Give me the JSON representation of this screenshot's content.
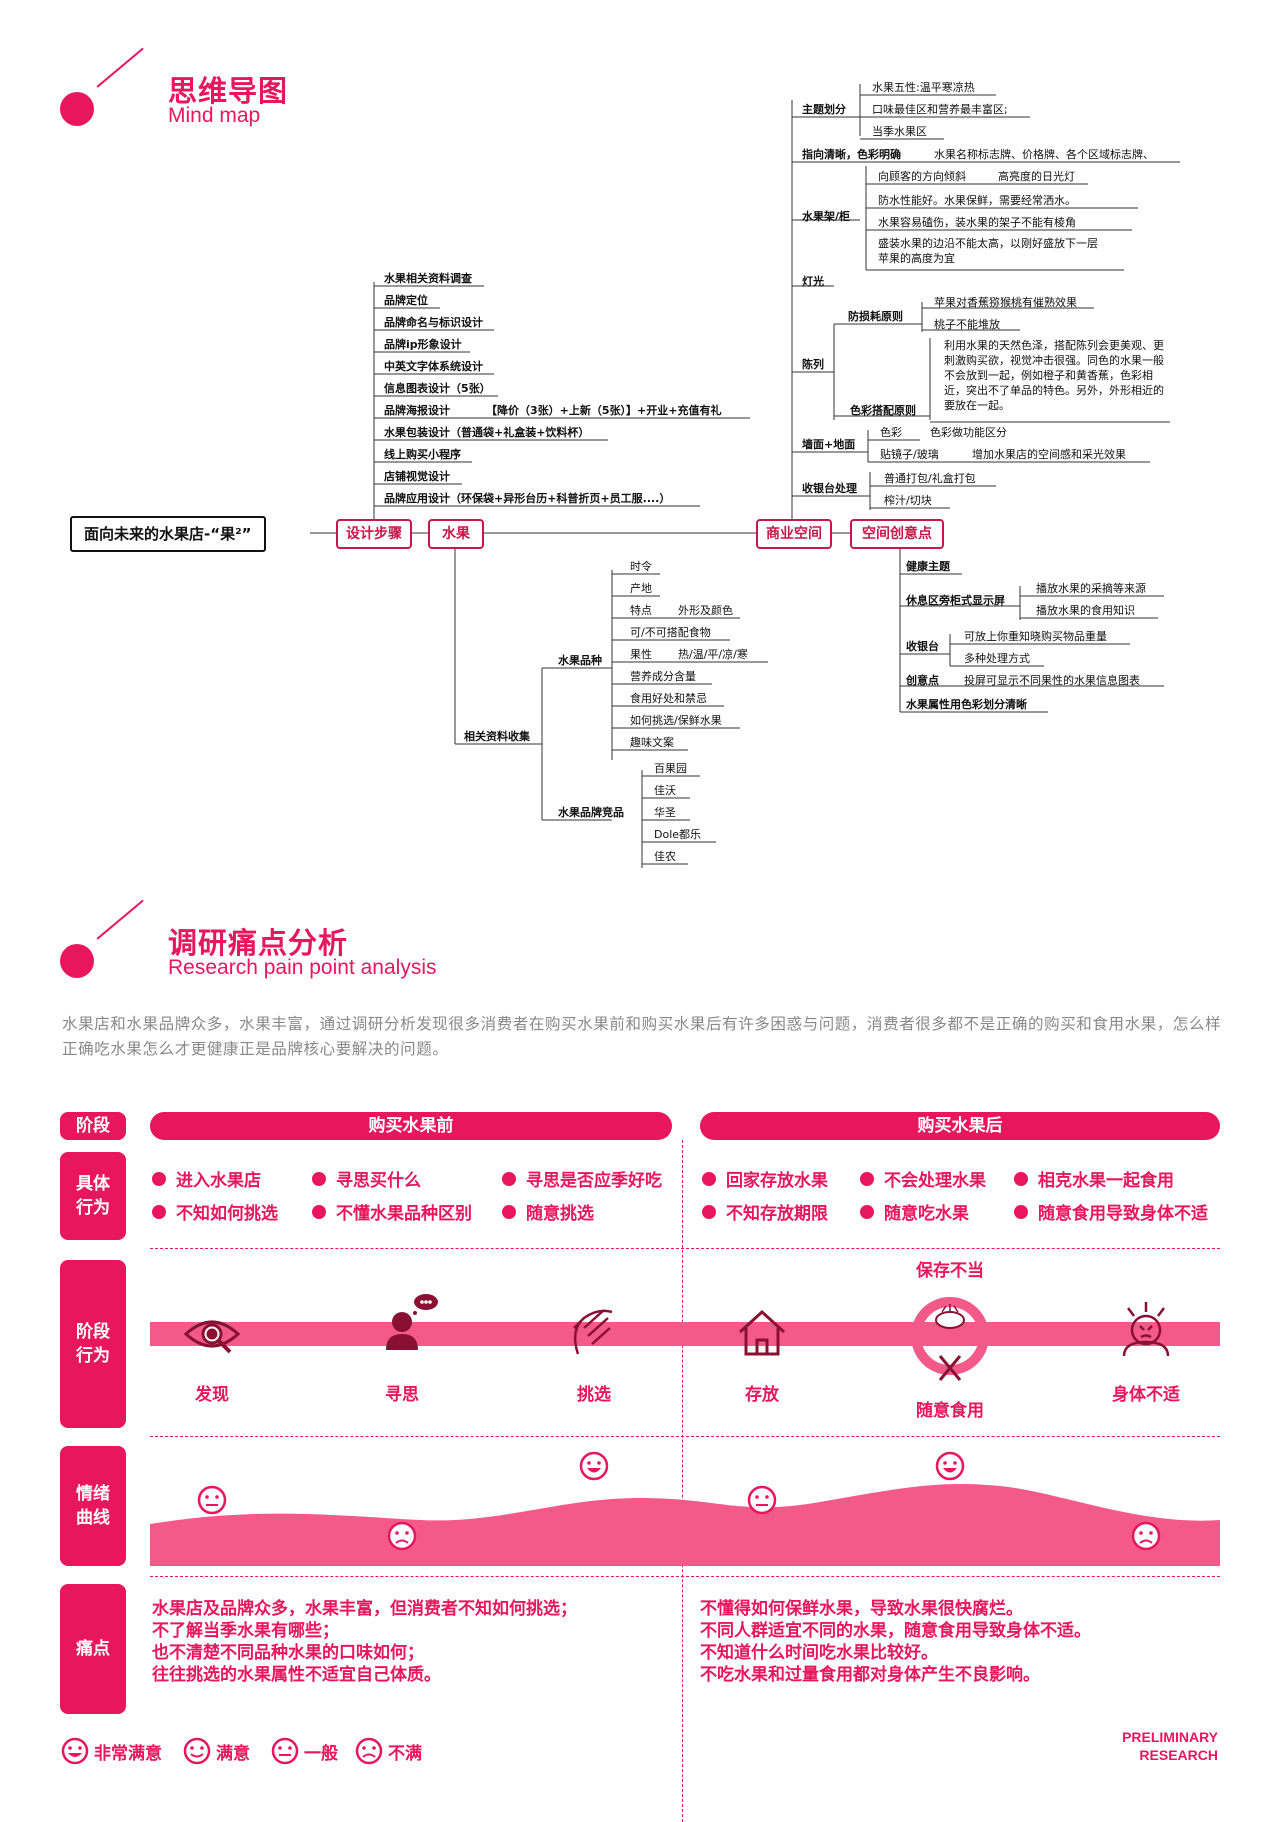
{
  "mindmap_section": {
    "title_cn": "思维导图",
    "title_en": "Mind map"
  },
  "mindmap": {
    "root": "面向未来的水果店-“果²”",
    "design_steps": {
      "label": "设计步骤",
      "items": [
        "水果相关资料调查",
        "品牌定位",
        "品牌命名与标识设计",
        "品牌ip形象设计",
        "中英文字体系统设计",
        "信息图表设计（5张）",
        "品牌海报设计",
        "水果包装设计（普通袋+礼盒装+饮料杯）",
        "线上购买小程序",
        "店铺视觉设计",
        "品牌应用设计（环保袋+异形台历+科普折页+员工服....）"
      ],
      "poster_note": "【降价（3张）+上新（5张）】+开业+充值有礼"
    },
    "fruit": {
      "label": "水果",
      "collect": "相关资料收集",
      "variety": {
        "label": "水果品种",
        "items": [
          "时令",
          "产地",
          "特点",
          "可/不可搭配食物",
          "果性",
          "营养成分含量",
          "食用好处和禁忌",
          "如何挑选/保鲜水果",
          "趣味文案"
        ],
        "feature_sub": "外形及颜色",
        "nature_sub": "热/温/平/凉/寒"
      },
      "competitors": {
        "label": "水果品牌竞品",
        "items": [
          "百果园",
          "佳沃",
          "华圣",
          "Dole都乐",
          "佳农"
        ]
      }
    },
    "business": {
      "label": "商业空间",
      "theme": {
        "label": "主题划分",
        "items": [
          "水果五性:温平寒凉热",
          "口味最佳区和营养最丰富区;",
          "当季水果区"
        ]
      },
      "guide": {
        "label": "指向清晰，色彩明确",
        "note": "水果名称标志牌、价格牌、各个区域标志牌、"
      },
      "shelf": {
        "label": "水果架/柜",
        "items": [
          "向顾客的方向倾斜",
          "防水性能好。水果保鲜，需要经常洒水。",
          "水果容易磕伤，装水果的架子不能有棱角",
          "盛装水果的边沿不能太高，以刚好盛放下一层苹果的高度为宜"
        ],
        "shelf_side": "高亮度的日光灯"
      },
      "light": "灯光",
      "display": {
        "label": "陈列",
        "loss": "防损耗原则",
        "loss_items": [
          "苹果对香蕉猕猴桃有催熟效果",
          "桃子不能堆放"
        ],
        "color": "色彩搭配原则",
        "color_note": "利用水果的天然色泽，搭配陈列会更美观、更刺激购买欲，视觉冲击很强。同色的水果一般不会放到一起，例如橙子和黄香蕉，色彩相近，突出不了单品的特色。另外，外形相近的要放在一起。"
      },
      "wall": {
        "label": "墙面+地面",
        "items": [
          "色彩",
          "贴镜子/玻璃"
        ],
        "notes": [
          "色彩做功能区分",
          "增加水果店的空间感和采光效果"
        ]
      },
      "cashier": {
        "label": "收银台处理",
        "items": [
          "普通打包/礼盒打包",
          "榨汁/切块"
        ]
      }
    },
    "space": {
      "label": "空间创意点",
      "health": "健康主题",
      "screen": {
        "label": "休息区旁柜式显示屏",
        "items": [
          "播放水果的采摘等来源",
          "播放水果的食用知识"
        ]
      },
      "cash": {
        "label": "收银台",
        "items": [
          "可放上你重知晓购买物品重量",
          "多种处理方式"
        ]
      },
      "idea": {
        "label": "创意点",
        "note": "投屏可显示不同果性的水果信息图表"
      },
      "attr": "水果属性用色彩划分清晰"
    }
  },
  "research_section": {
    "title_cn": "调研痛点分析",
    "title_en": "Research pain point analysis"
  },
  "intro": "水果店和水果品牌众多，水果丰富，通过调研分析发现很多消费者在购买水果前和购买水果后有许多困惑与问题，消费者很多都不是正确的购买和食用水果，怎么样正确吃水果怎么才更健康正是品牌核心要解决的问题。",
  "rows": {
    "stage": "阶段",
    "behavior": "具体行为",
    "stage_action": "阶段行为",
    "emotion": "情绪曲线",
    "pain": "痛点"
  },
  "phases": [
    "购买水果前",
    "购买水果后"
  ],
  "behaviors_before": [
    "进入水果店",
    "寻思买什么",
    "寻思是否应季好吃",
    "不知如何挑选",
    "不懂水果品种区别",
    "随意挑选"
  ],
  "behaviors_after": [
    "回家存放水果",
    "不会处理水果",
    "相克水果一起食用",
    "不知存放期限",
    "随意吃水果",
    "随意食用导致身体不适"
  ],
  "stages": [
    {
      "label": "发现",
      "icon": "eye-icon"
    },
    {
      "label": "寻思",
      "icon": "thinking-person-icon"
    },
    {
      "label": "挑选",
      "icon": "hand-icon"
    },
    {
      "label": "存放",
      "icon": "house-icon"
    },
    {
      "label": "随意食用",
      "icon": "fork-knife-icon"
    },
    {
      "label": "身体不适",
      "icon": "sick-person-icon"
    }
  ],
  "stage_top_label": "保存不当",
  "emotions": [
    "一般",
    "不满",
    "非常满意",
    "一般",
    "非常满意",
    "不满"
  ],
  "pain_before": [
    "水果店及品牌众多，水果丰富，但消费者不知如何挑选；",
    "不了解当季水果有哪些；",
    "也不清楚不同品种水果的口味如何；",
    "往往挑选的水果属性不适宜自己体质。"
  ],
  "pain_after": [
    "不懂得如何保鲜水果，导致水果很快腐烂。",
    "不同人群适宜不同的水果，随意食用导致身体不适。",
    "不知道什么时间吃水果比较好。",
    "不吃水果和过量食用都对身体产生不良影响。"
  ],
  "legend": [
    "非常满意",
    "满意",
    "一般",
    "不满"
  ],
  "brand": [
    "PRELIMINARY",
    "RESEARCH"
  ],
  "colors": {
    "accent": "#e8175d",
    "node": "#c8174a"
  }
}
